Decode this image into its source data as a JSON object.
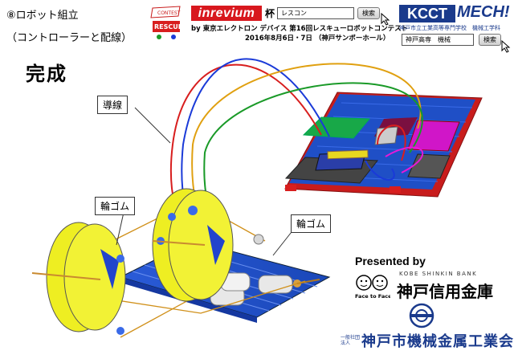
{
  "page": {
    "step_title": "⑧ロボット組立",
    "step_subtitle": "（コントローラーと配線）",
    "done_label": "完成"
  },
  "header": {
    "contest_logo_text": "CONTEST",
    "rescue_logo_text": "RESCUE",
    "brand_name": "inrevium",
    "brand_suffix": "杯",
    "sponsor_line": "by 東京エレクトロン デバイス 第16回レスキューロボットコンテスト",
    "date_line": "2016年8月6日・7日 （神戸サンボーホール）",
    "search1": {
      "value": "レスコン",
      "button_label": "検索"
    },
    "kcct_text": "KCCT",
    "mech_text": "MECH!",
    "school_line": "神戸市立工業高等専門学校　機械工学科",
    "search2": {
      "value": "神戸高専　機械",
      "button_label": "検索"
    }
  },
  "callouts": {
    "wire": "導線",
    "rubber_left": "輪ゴム",
    "rubber_right": "輪ゴム"
  },
  "sponsors": {
    "presented_by": "Presented by",
    "face_to_face": "Face to Face",
    "bank_en": "KOBE SHINKIN BANK",
    "bank_jp": "神戸信用金庫",
    "assoc_prefix": "一般社団法人",
    "assoc_name": "神戸市機械金属工業会"
  },
  "colors": {
    "brand_red": "#d8181e",
    "kcct_blue": "#1a3a8c",
    "wheel_yellow": "#eeee22",
    "chassis_blue": "#2a5bd8"
  }
}
